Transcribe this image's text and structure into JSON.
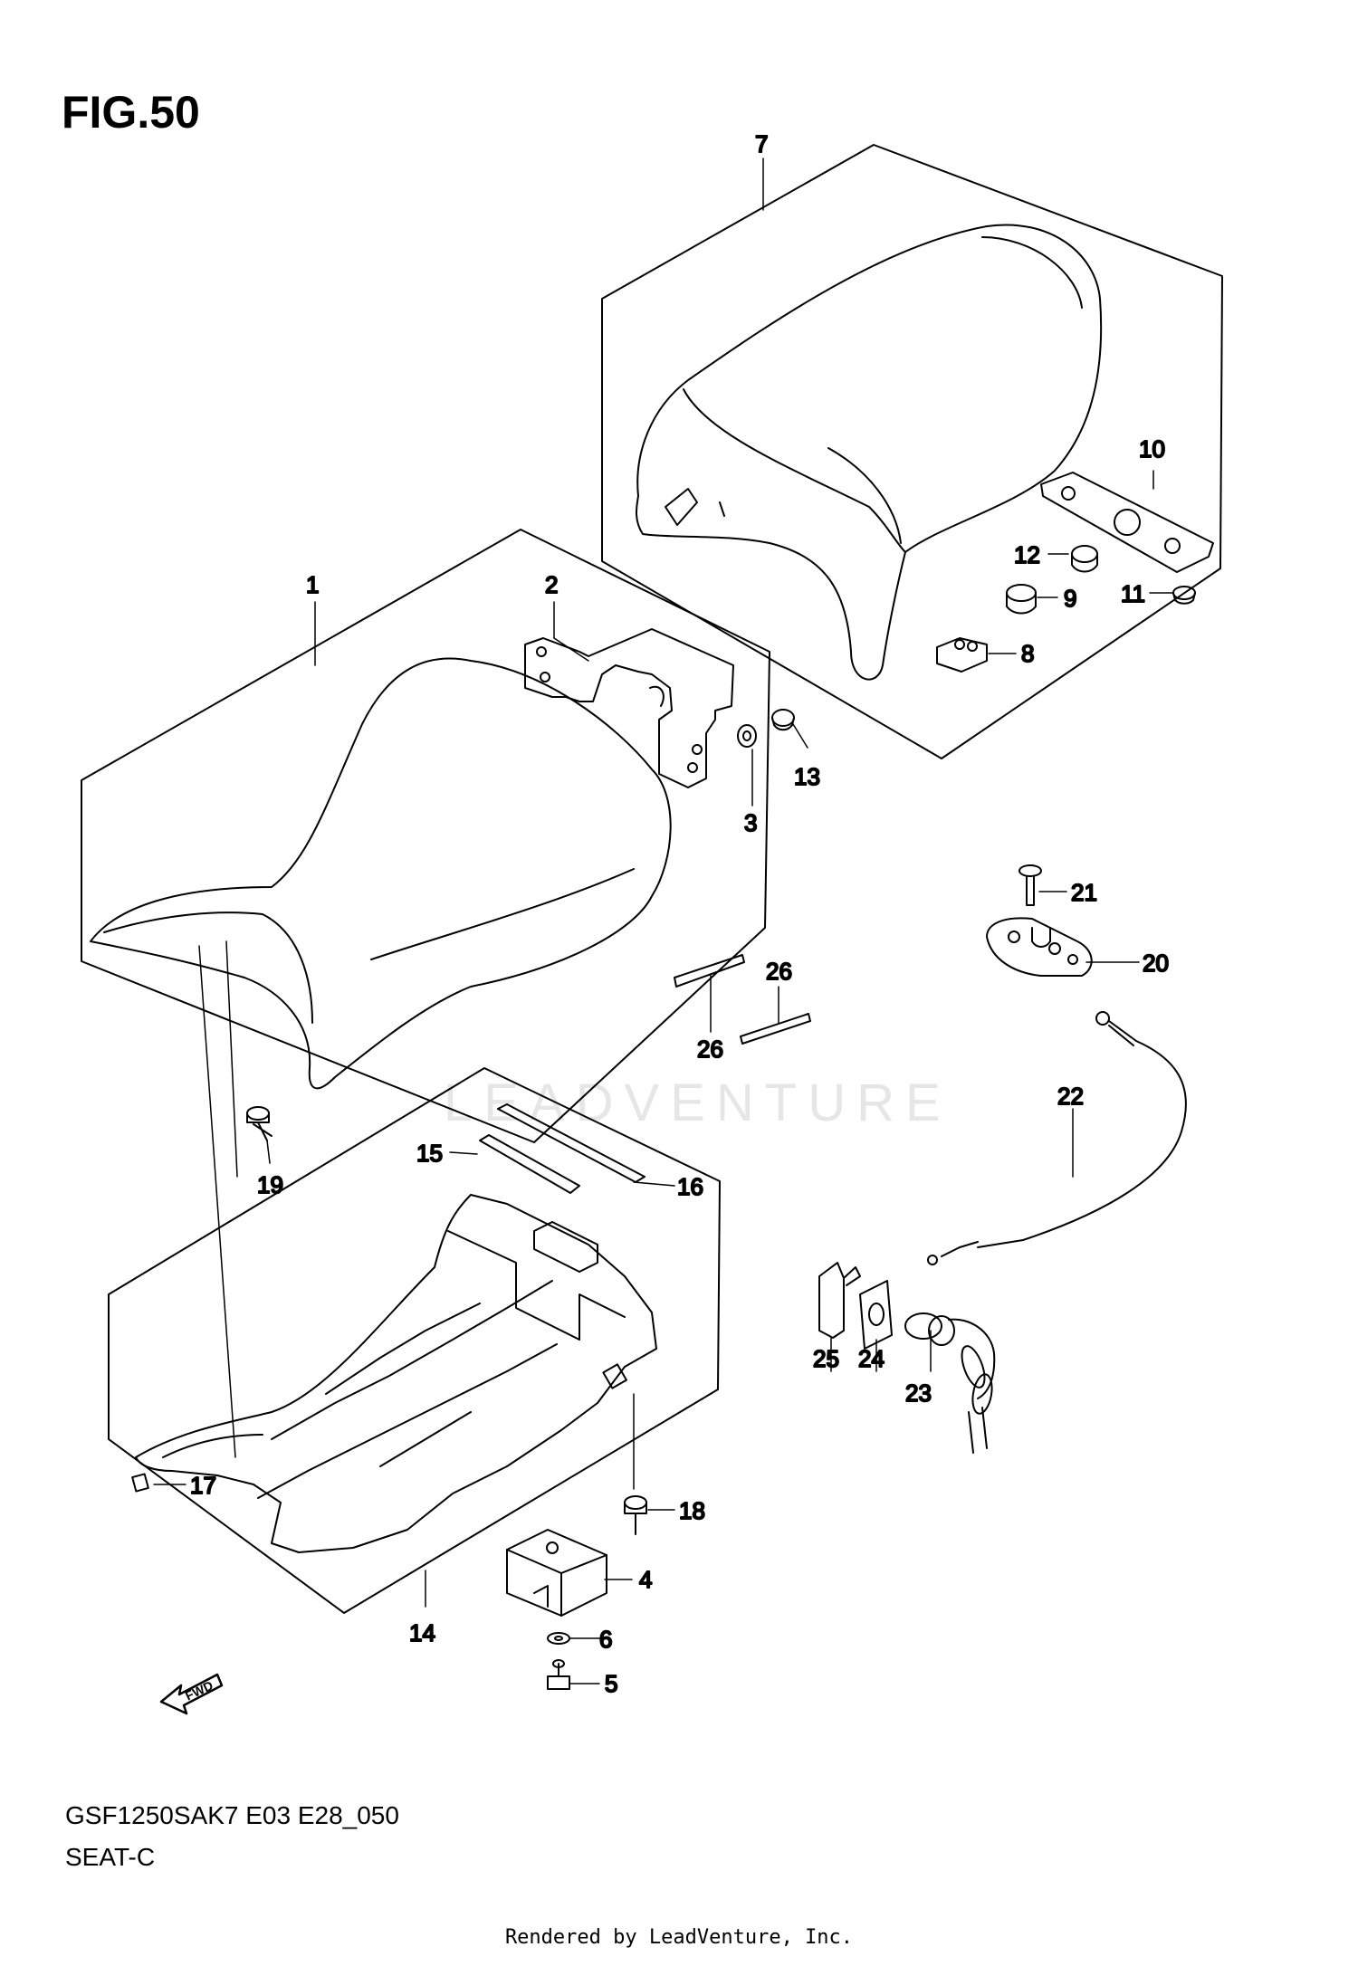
{
  "figure": {
    "title": "FIG.50",
    "model_code": "GSF1250SAK7 E03 E28_050",
    "section_name": "SEAT-C",
    "footer": "Rendered by LeadVenture, Inc.",
    "watermark": "LEADVENTURE",
    "fwd_label": "FWD"
  },
  "callouts": [
    {
      "id": "c1",
      "label": "1"
    },
    {
      "id": "c2",
      "label": "2"
    },
    {
      "id": "c3",
      "label": "3"
    },
    {
      "id": "c4",
      "label": "4"
    },
    {
      "id": "c5",
      "label": "5"
    },
    {
      "id": "c6",
      "label": "6"
    },
    {
      "id": "c7",
      "label": "7"
    },
    {
      "id": "c8",
      "label": "8"
    },
    {
      "id": "c9",
      "label": "9"
    },
    {
      "id": "c10",
      "label": "10"
    },
    {
      "id": "c11",
      "label": "11"
    },
    {
      "id": "c12",
      "label": "12"
    },
    {
      "id": "c13",
      "label": "13"
    },
    {
      "id": "c14",
      "label": "14"
    },
    {
      "id": "c15",
      "label": "15"
    },
    {
      "id": "c16",
      "label": "16"
    },
    {
      "id": "c17",
      "label": "17"
    },
    {
      "id": "c18",
      "label": "18"
    },
    {
      "id": "c19",
      "label": "19"
    },
    {
      "id": "c20",
      "label": "20"
    },
    {
      "id": "c21",
      "label": "21"
    },
    {
      "id": "c22",
      "label": "22"
    },
    {
      "id": "c23",
      "label": "23"
    },
    {
      "id": "c24",
      "label": "24"
    },
    {
      "id": "c25",
      "label": "25"
    },
    {
      "id": "c26a",
      "label": "26"
    },
    {
      "id": "c26b",
      "label": "26"
    }
  ]
}
